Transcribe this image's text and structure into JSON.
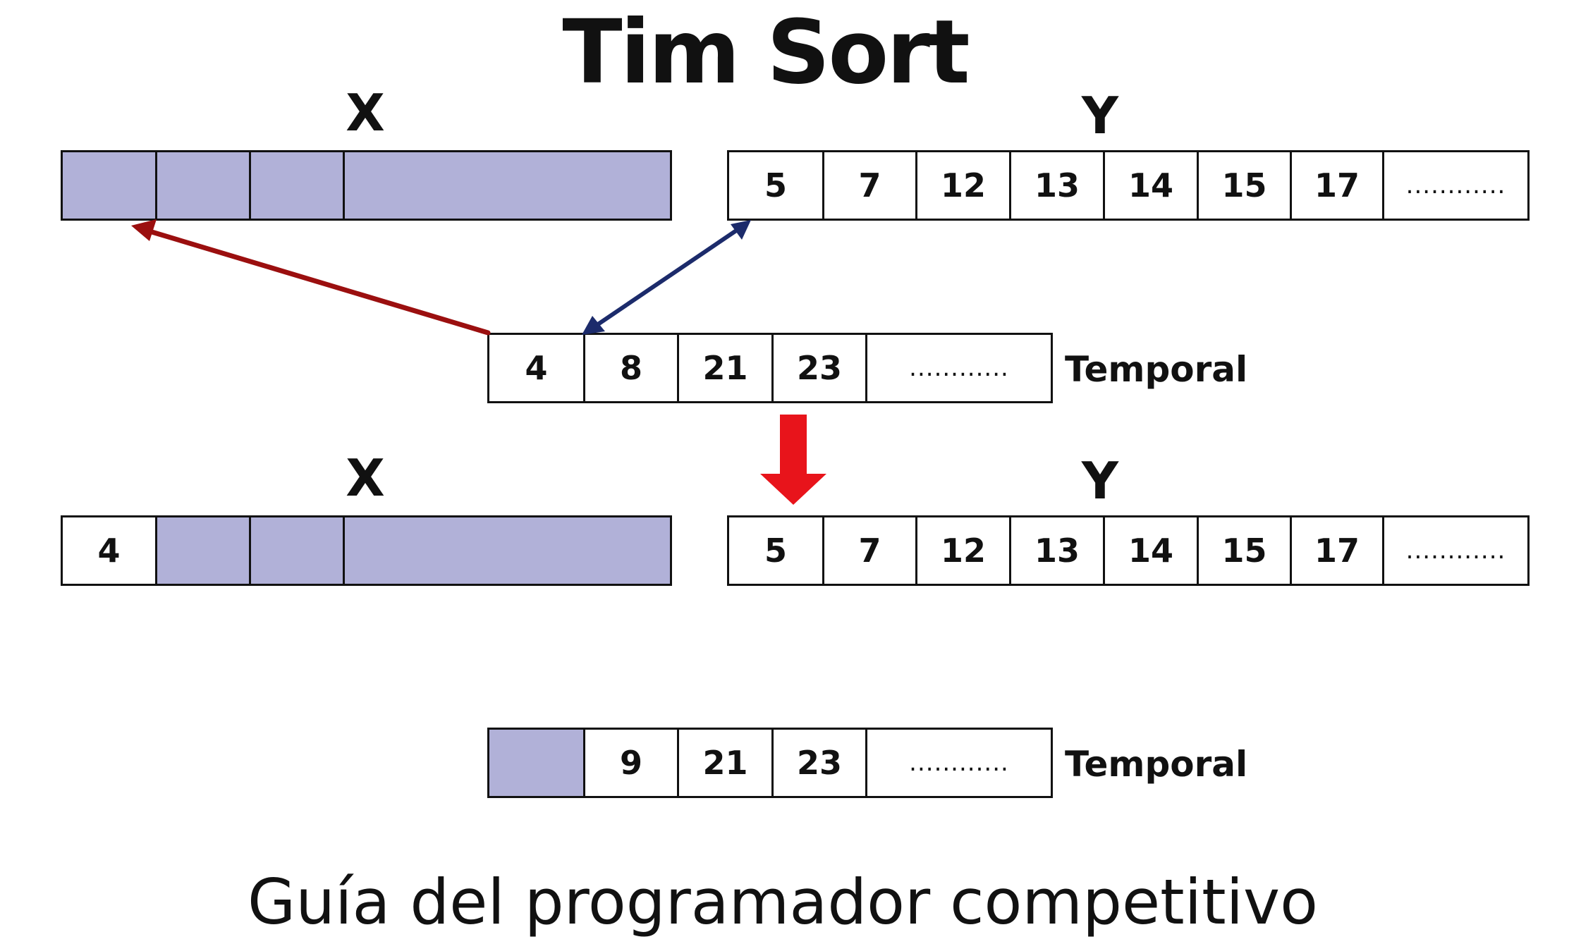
{
  "title": "Tim Sort",
  "footer": "Guía del programador competitivo",
  "labels": {
    "x_top": "X",
    "y_top": "Y",
    "x_bottom": "X",
    "y_bottom": "Y",
    "temporal_top": "Temporal",
    "temporal_bottom": "Temporal"
  },
  "arrays": {
    "x_top": [
      "",
      "",
      "",
      ""
    ],
    "y_top": [
      "5",
      "7",
      "12",
      "13",
      "14",
      "15",
      "17",
      "............"
    ],
    "temp_top": [
      "4",
      "8",
      "21",
      "23",
      "............"
    ],
    "x_bottom": [
      "4",
      "",
      "",
      ""
    ],
    "y_bottom": [
      "5",
      "7",
      "12",
      "13",
      "14",
      "15",
      "17",
      "............"
    ],
    "temp_bottom": [
      "",
      "9",
      "21",
      "23",
      "............"
    ]
  },
  "colors": {
    "cell_fill": "#b1b1d8",
    "arrow_red_dark": "#9b0f0f",
    "arrow_navy": "#1c2b6b",
    "arrow_red": "#e8141b"
  }
}
